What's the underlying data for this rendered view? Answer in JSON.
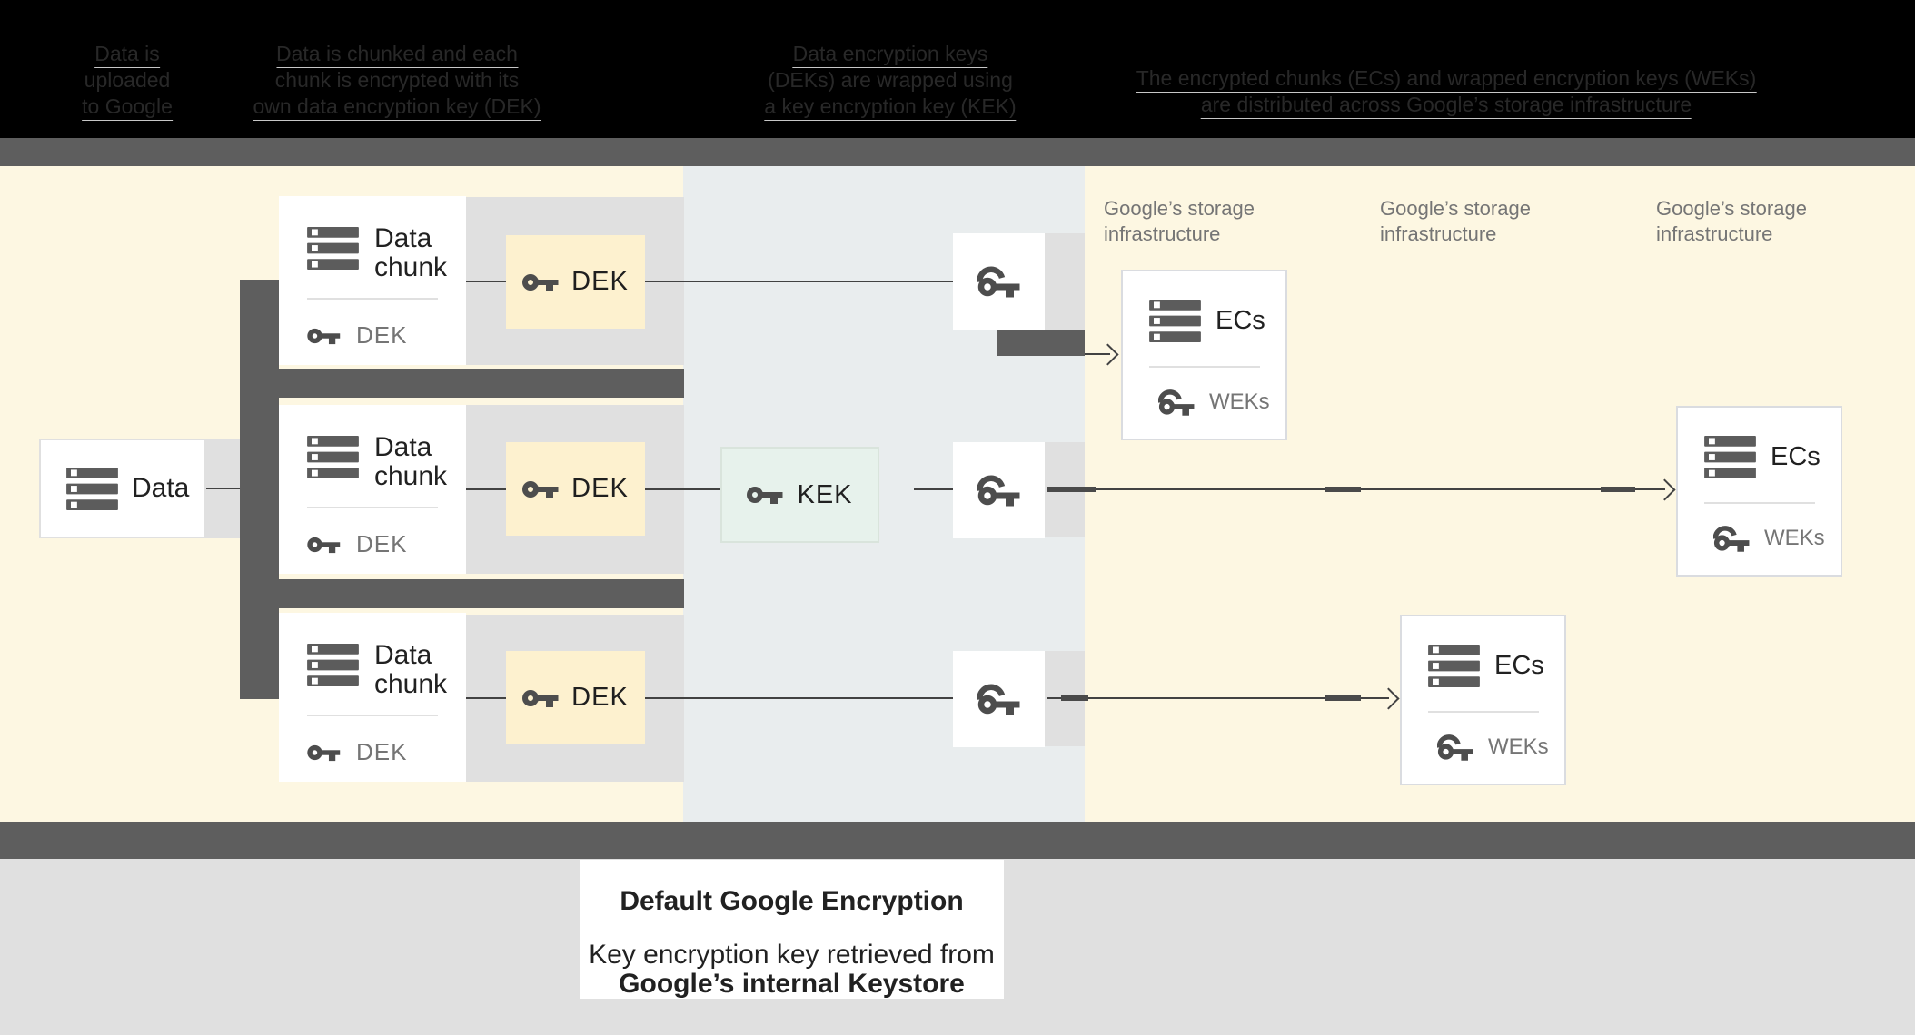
{
  "header": {
    "captions": [
      {
        "lines": [
          "Data is",
          "uploaded",
          "to Google"
        ]
      },
      {
        "lines": [
          "Data is chunked and each",
          "chunk is encrypted with its",
          "own data encryption key (DEK)"
        ]
      },
      {
        "lines": [
          "Data encryption keys",
          "(DEKs) are wrapped using",
          "a key encryption key (KEK)"
        ]
      },
      {
        "lines": [
          "The encrypted chunks (ECs) and wrapped encryption keys (WEKs)",
          "are distributed across Google’s storage infrastructure"
        ]
      }
    ]
  },
  "diagram": {
    "data_box": {
      "label": "Data"
    },
    "chunk_boxes": [
      {
        "title": "Data chunk",
        "key_label": "DEK"
      },
      {
        "title": "Data chunk",
        "key_label": "DEK"
      },
      {
        "title": "Data chunk",
        "key_label": "DEK"
      }
    ],
    "dek_boxes": [
      {
        "label": "DEK"
      },
      {
        "label": "DEK"
      },
      {
        "label": "DEK"
      }
    ],
    "kek_box": {
      "label": "KEK"
    },
    "storage_labels": [
      "Google’s storage infrastructure",
      "Google’s storage infrastructure",
      "Google’s storage infrastructure"
    ],
    "ec_boxes": [
      {
        "title": "ECs",
        "key_label": "WEKs"
      },
      {
        "title": "ECs",
        "key_label": "WEKs"
      },
      {
        "title": "ECs",
        "key_label": "WEKs"
      }
    ],
    "icons": {
      "server": "server-stack-icon",
      "key": "key-icon",
      "wrapped_key": "wrapped-key-icon"
    }
  },
  "footer": {
    "title": "Default Google Encryption",
    "line1": "Key encryption key retrieved from",
    "line2": "Google’s internal Keystore"
  },
  "colors": {
    "background_cream": "#fdf7e2",
    "dek_box": "#fdf1cf",
    "kek_box": "#e7f2ec",
    "middle_column": "#e9edee",
    "gray_rect": "#e0e0e0",
    "dark_band": "#5e5e5e",
    "line": "#424242",
    "text_dark": "#212121",
    "text_gray": "#757575",
    "header_bg": "#000000",
    "header_text": "#282828"
  }
}
